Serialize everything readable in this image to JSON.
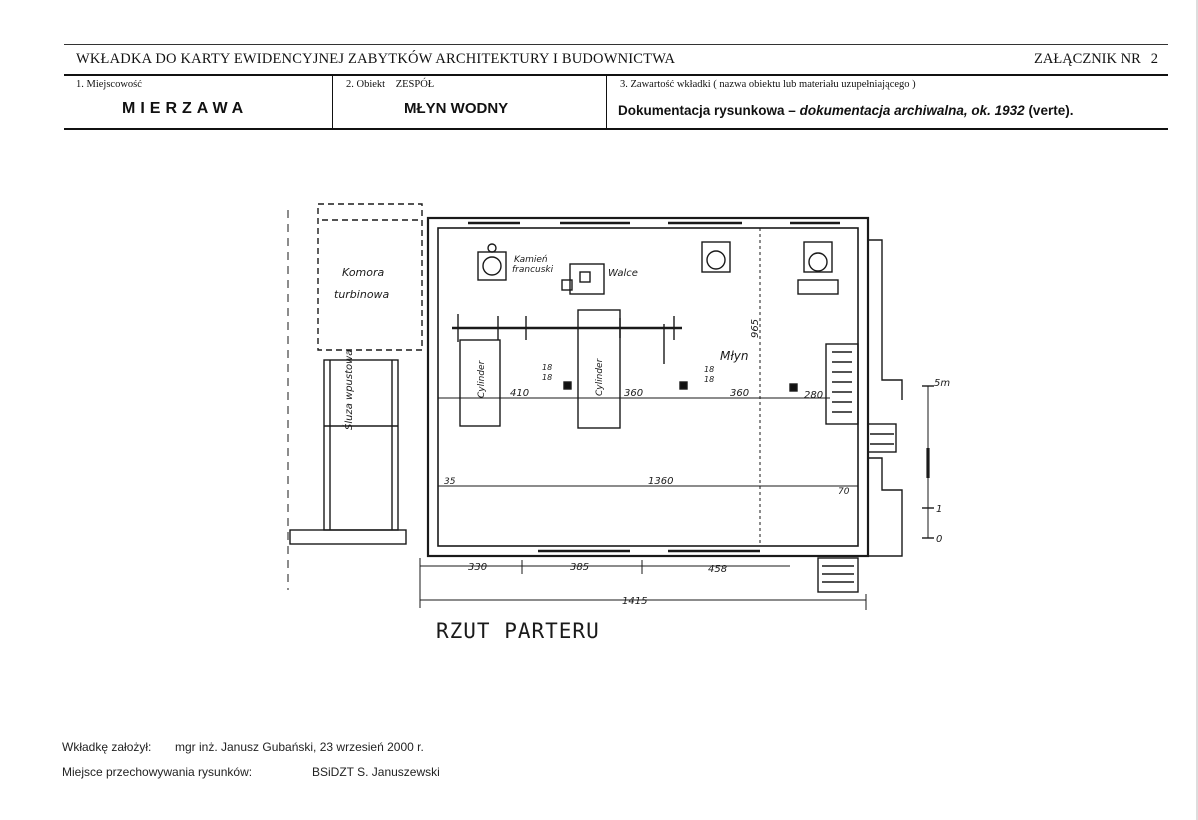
{
  "header": {
    "title": "WKŁADKA DO KARTY EWIDENCYJNEJ ZABYTKÓW ARCHITEKTURY I BUDOWNICTWA",
    "attachment_label": "ZAŁĄCZNIK NR",
    "attachment_number": "2"
  },
  "fields": {
    "place_label": "1. Miejscowość",
    "place_value": "MIERZAWA",
    "object_label": "2. Obiekt",
    "object_label_extra": "ZESPÓŁ",
    "object_value": "MŁYN WODNY",
    "content_label": "3. Zawartość wkładki ( nazwa obiektu lub materiału uzupełniającego )",
    "content_value_a": "Dokumentacja rysunkowa – ",
    "content_value_b": "dokumentacja archiwalna, ok. 1932",
    "content_value_c": " (verte)."
  },
  "drawing": {
    "caption": "RZUT PARTERU",
    "labels": {
      "turbine_1": "Komora",
      "turbine_2": "turbinowa",
      "sluice": "Śluza wpustowa",
      "stone_1": "Kamień",
      "stone_2": "francuski",
      "rollers": "Walce",
      "cylinder": "Cylinder",
      "mill": "Młyn",
      "mark_top": "18",
      "mark_bottom": "18"
    },
    "dimensions": {
      "d410": "410",
      "d360a": "360",
      "d360b": "360",
      "d280": "280",
      "d965": "965",
      "d1360": "1360",
      "d35": "35",
      "d70": "70",
      "d330": "330",
      "d385": "385",
      "d458": "458",
      "d1415": "1415"
    },
    "scale": {
      "top": "5m",
      "one": "1",
      "zero": "0"
    }
  },
  "footer": {
    "founder_label": "Wkładkę założył:",
    "founder_value": "mgr inż. Janusz Gubański, 23 wrzesień 2000 r.",
    "storage_label": "Miejsce przechowywania rysunków:",
    "storage_value": "BSiDZT S. Januszewski"
  }
}
